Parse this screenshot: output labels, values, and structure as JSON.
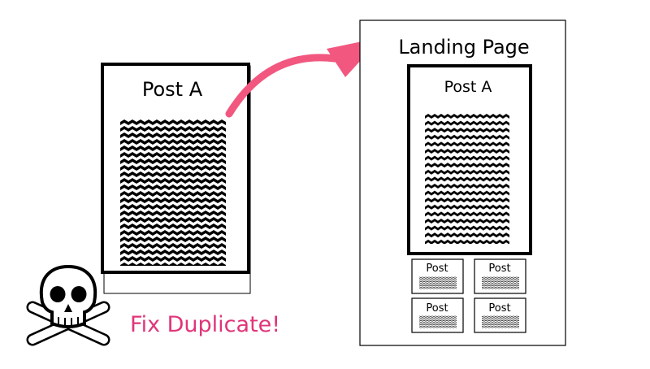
{
  "post_a": {
    "title": "Post A"
  },
  "landing": {
    "title": "Landing Page",
    "featured_post_title": "Post A",
    "thumbnails": [
      {
        "label": "Post"
      },
      {
        "label": "Post"
      },
      {
        "label": "Post"
      },
      {
        "label": "Post"
      }
    ]
  },
  "warning": {
    "text": "Fix Duplicate!"
  },
  "colors": {
    "arrow": "#f2577f",
    "warning_text": "#e0357a",
    "stroke": "#000000",
    "background": "#ffffff"
  },
  "icons": {
    "warning_icon": "skull-crossbones-icon",
    "arrow_icon": "curved-arrow-icon"
  }
}
